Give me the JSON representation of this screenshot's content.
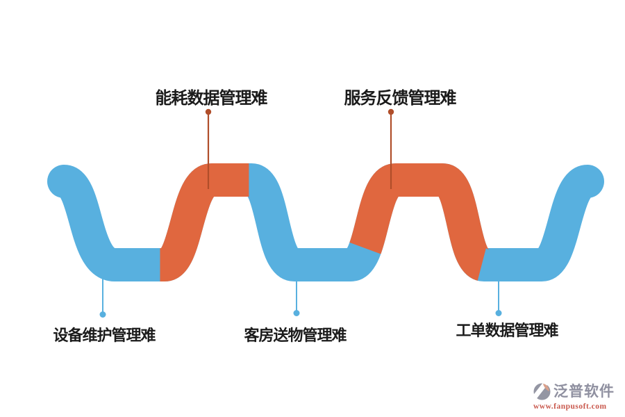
{
  "colors": {
    "snake_blue": "#58b0df",
    "snake_orange": "#e0673f",
    "top_connector": "#b04e2a",
    "bottom_connector": "#58b0df",
    "label_text": "#1b1b1b",
    "logo_name": "#8f90a0",
    "logo_url": "#c9594e",
    "logo_icon_gray": "#9496a3",
    "logo_icon_leaf": "#d9a08b",
    "background": "#ffffff"
  },
  "top_labels": [
    {
      "text": "能耗数据管理难"
    },
    {
      "text": "服务反馈管理难"
    }
  ],
  "bottom_labels": [
    {
      "text": "设备维护管理难"
    },
    {
      "text": "客房送物管理难"
    },
    {
      "text": "工单数据管理难"
    }
  ],
  "logo": {
    "name": "泛普软件",
    "url": "www.fanpusoft.com"
  }
}
